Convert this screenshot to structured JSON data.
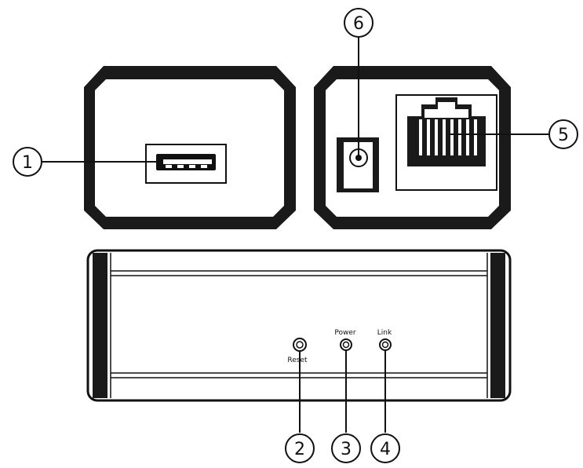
{
  "callouts": {
    "c1": "1",
    "c2": "2",
    "c3": "3",
    "c4": "4",
    "c5": "5",
    "c6": "6"
  },
  "front_panel": {
    "reset_label": "Reset",
    "power_label": "Power",
    "link_label": "Link"
  },
  "colors": {
    "outline": "#111111",
    "fill": "#ffffff"
  }
}
